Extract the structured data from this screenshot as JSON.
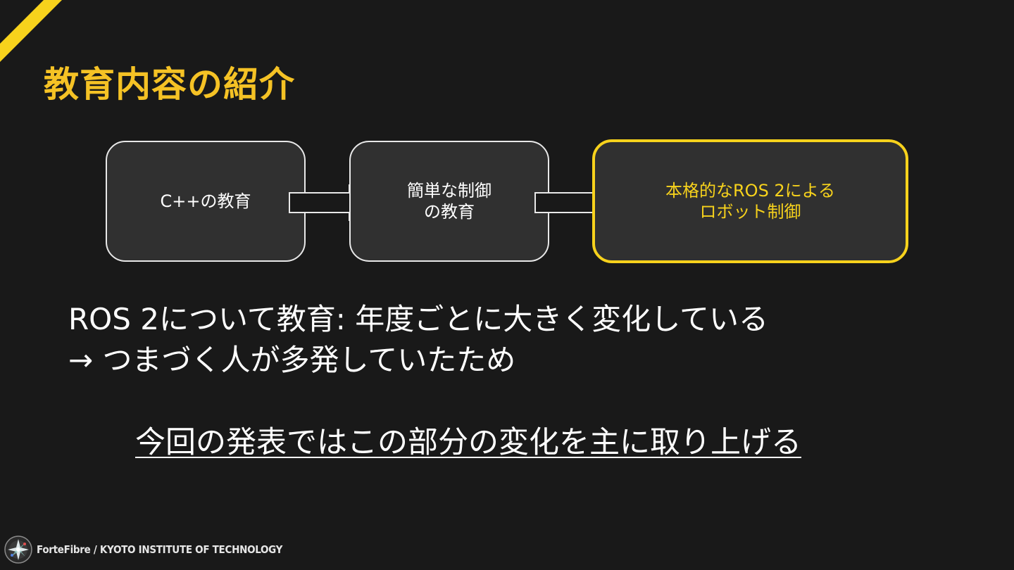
{
  "slide": {
    "title": "教育内容の紹介",
    "accent_color": "#f5c225",
    "highlight_color": "#f7d21c"
  },
  "flow": {
    "steps": [
      {
        "label": "C++の教育"
      },
      {
        "label": "簡単な制御\nの教育"
      },
      {
        "label": "本格的なROS 2による\nロボット制御"
      }
    ],
    "arrow_icon": "right-arrow-icon"
  },
  "body": {
    "line1": "ROS 2について教育: 年度ごとに大きく変化している",
    "line2": "→ つまづく人が多発していたため",
    "emphasis": "今回の発表ではこの部分の変化を主に取り上げる"
  },
  "footer": {
    "text": "ForteFibre / KYOTO INSTITUTE OF TECHNOLOGY",
    "logo_icon": "fortefibre-logo-icon"
  }
}
